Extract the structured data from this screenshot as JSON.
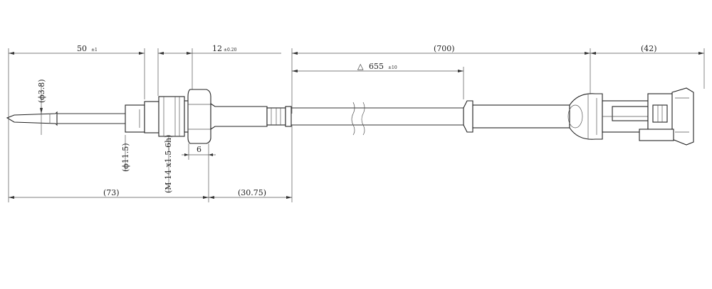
{
  "dimensions": {
    "d50": "50",
    "d50_tol": "±1",
    "d12": "12",
    "d12_tol": "±0.20",
    "d700": "(700)",
    "d42": "(42)",
    "d655": "655",
    "d655_tol": "±10",
    "d655_symbol": "△",
    "dia38": "(ϕ3.8)",
    "dia115": "(ϕ11.5)",
    "thread": "(M 14 x1.5-6h)",
    "d6": "6",
    "d73": "(73)",
    "d3075": "(30.75)"
  },
  "colors": {
    "line": "#333333",
    "background": "#ffffff"
  }
}
